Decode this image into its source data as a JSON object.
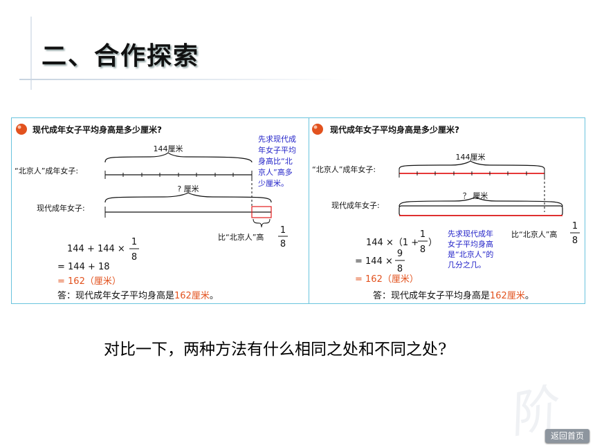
{
  "header": {
    "title": "二、合作探索"
  },
  "left_panel": {
    "question": "现代成年女子平均身高是多少厘米?",
    "label_top_measure": "144厘米",
    "label_row1": "“北京人”成年女子:",
    "label_unknown": "? 厘米",
    "label_row2": "现代成年女子:",
    "note": [
      "先求现代成",
      "年女子平均",
      "身高比“北",
      "京人”高多",
      "少厘米。"
    ],
    "ratio_label": "比“北京人”高",
    "frac_num": "1",
    "frac_den": "8",
    "expr_line1": "144 + 144 ×",
    "step2": "= 144 + 18",
    "step3": "= 162（厘米）",
    "answer_prefix": "答：现代成年女子平均身高是",
    "answer_value": "162厘米",
    "answer_suffix": "。"
  },
  "right_panel": {
    "question": "现代成年女子平均身高是多少厘米?",
    "label_top_measure": "144厘米",
    "label_row1": "“北京人”成年女子:",
    "label_unknown": "？ 厘米",
    "label_row2": "现代成年女子:",
    "ratio_label": "比“北京人”高",
    "frac_num": "1",
    "frac_den": "8",
    "note": [
      "先求现代成年",
      "女子平均身高",
      "是“北京人”的",
      "几分之几。"
    ],
    "expr_a": "144 ×（1 +",
    "expr_b": "）",
    "step2": "= 144 ×",
    "frac2_num": "9",
    "frac2_den": "8",
    "step3": "= 162（厘米）",
    "answer_prefix": "答：现代成年女子平均身高是",
    "answer_value": "162厘米",
    "answer_suffix": "。"
  },
  "question": "对比一下，两种方法有什么相同之处和不同之处?",
  "back_button": "返回首页",
  "colors": {
    "note_blue": "#2323c8",
    "answer_red": "#e2521e",
    "bar_red": "#e31b1b",
    "panel_border": "#69c3dd"
  }
}
